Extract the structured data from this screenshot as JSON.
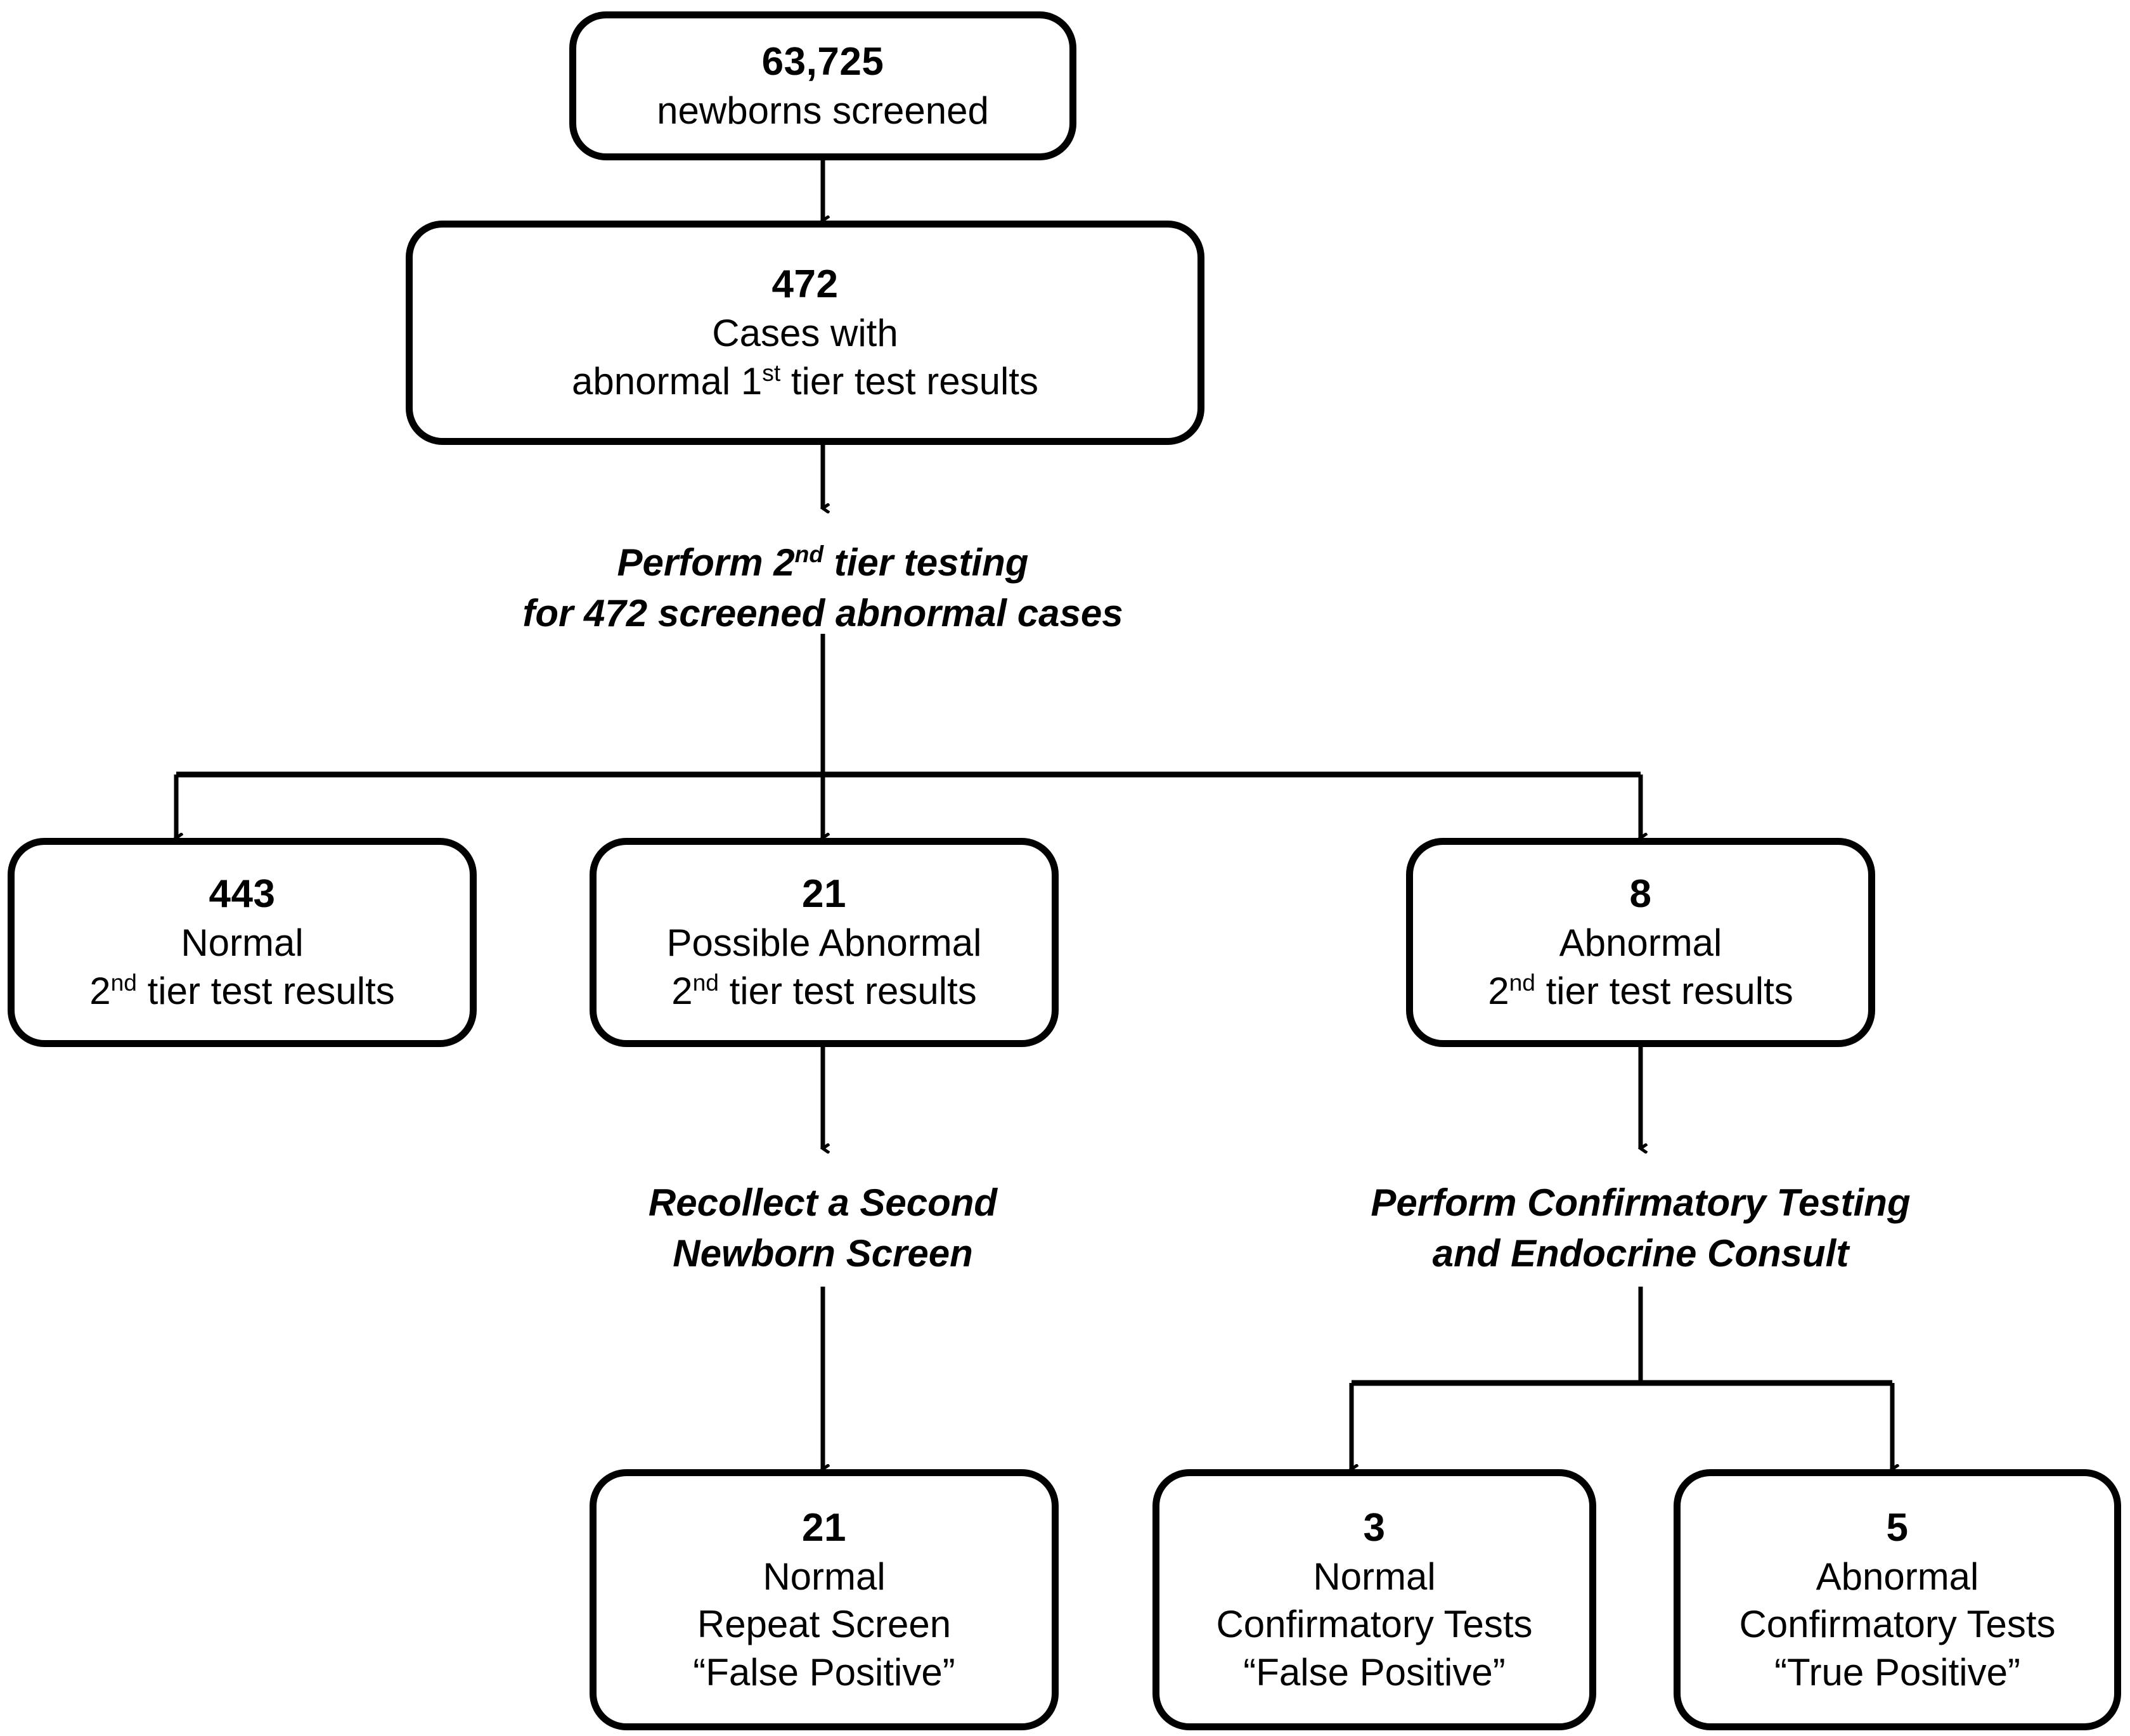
{
  "diagram": {
    "title": "Newborn screening two-tier testing flowchart",
    "line_color": "#000000",
    "box_border_color": "#000000",
    "background_color": "#ffffff",
    "text_color": "#000000"
  },
  "nodes": {
    "screened": {
      "count": "63,725",
      "line1": "newborns screened"
    },
    "abnormal_first_tier": {
      "count": "472",
      "line1": "Cases with",
      "line2_pre": "abnormal 1",
      "line2_sup": "st",
      "line2_post": " tier test results"
    },
    "normal_second_tier": {
      "count": "443",
      "line1": "Normal",
      "line2_pre": "2",
      "line2_sup": "nd",
      "line2_post": " tier test results"
    },
    "possible_abnormal_second_tier": {
      "count": "21",
      "line1": "Possible Abnormal",
      "line2_pre": "2",
      "line2_sup": "nd",
      "line2_post": " tier test results"
    },
    "abnormal_second_tier": {
      "count": "8",
      "line1": "Abnormal",
      "line2_pre": "2",
      "line2_sup": "nd",
      "line2_post": " tier test results"
    },
    "normal_repeat_screen": {
      "count": "21",
      "line1": "Normal",
      "line2": "Repeat Screen",
      "line3": "“False Positive”"
    },
    "normal_confirmatory": {
      "count": "3",
      "line1": "Normal",
      "line2": "Confirmatory Tests",
      "line3": "“False Positive”"
    },
    "abnormal_confirmatory": {
      "count": "5",
      "line1": "Abnormal",
      "line2": "Confirmatory Tests",
      "line3": "“True Positive”"
    }
  },
  "process_steps": {
    "second_tier_testing": {
      "line1_pre": "Perform 2",
      "line1_sup": "nd",
      "line1_post": " tier testing",
      "line2": "for 472 screened abnormal cases"
    },
    "recollect_screen": {
      "line1": "Recollect a Second",
      "line2": "Newborn Screen"
    },
    "confirmatory_testing": {
      "line1": "Perform Confirmatory Testing",
      "line2": "and Endocrine Consult"
    }
  }
}
